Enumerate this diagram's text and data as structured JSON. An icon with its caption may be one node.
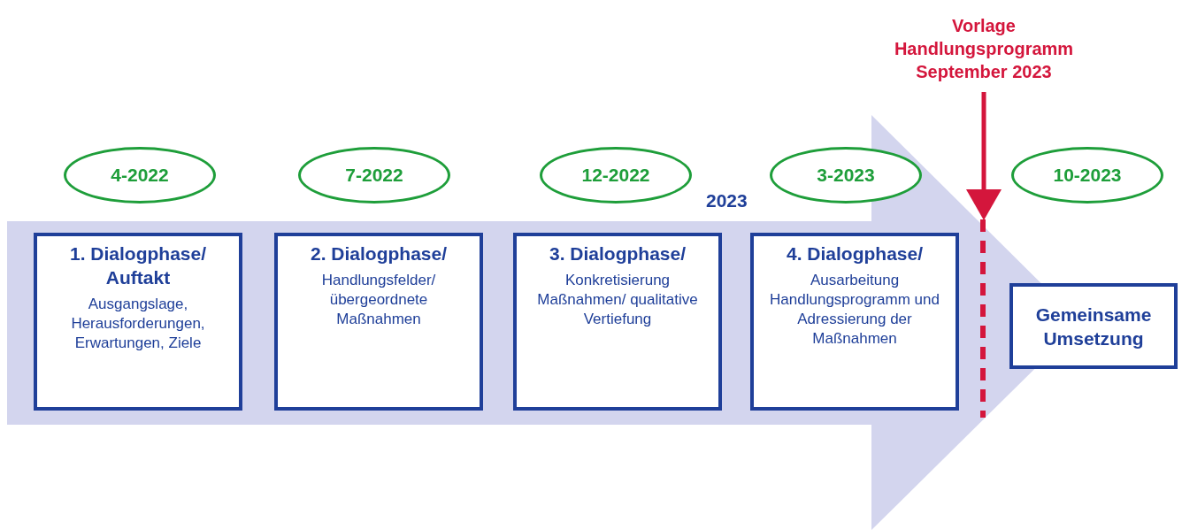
{
  "diagram": {
    "nodes": [
      {
        "text": [
          "4-2022"
        ]
      },
      {
        "text": [
          "7-2022"
        ]
      },
      {
        "text": [
          "12-2022"
        ]
      },
      {
        "text": [
          "3-2023"
        ]
      },
      {
        "text": [
          "10-2023"
        ]
      },
      {
        "text": [
          "1. Dialogphase/ Auftakt",
          "Ausgangslage, Herausforderungen, Erwartungen, Ziele"
        ]
      },
      {
        "text": [
          "2. Dialogphase/",
          "Handlungsfelder/ übergeordnete Maßnahmen"
        ]
      },
      {
        "text": [
          "3. Dialogphase/",
          "Konkretisierung Maßnahmen/ qualitative Vertiefung"
        ]
      },
      {
        "text": [
          "4. Dialogphase/",
          "Ausarbeitung Handlungsprogramm und Adressierung der Maßnahmen"
        ]
      },
      {
        "text": [
          "Gemeinsame Umsetzung"
        ]
      },
      {
        "text": [
          "Vorlage Handlungsprogramm September 2023"
        ]
      },
      {
        "text": [],
        "shape": "bar"
      }
    ],
    "edges": [
      {
        "from": 10,
        "to": 11,
        "arrow": "to",
        "color": "#d4163c"
      },
      {
        "from": 5,
        "to": 9,
        "arrow": "to",
        "color": "#d3d5ee"
      }
    ],
    "labels": [
      "2023"
    ]
  }
}
